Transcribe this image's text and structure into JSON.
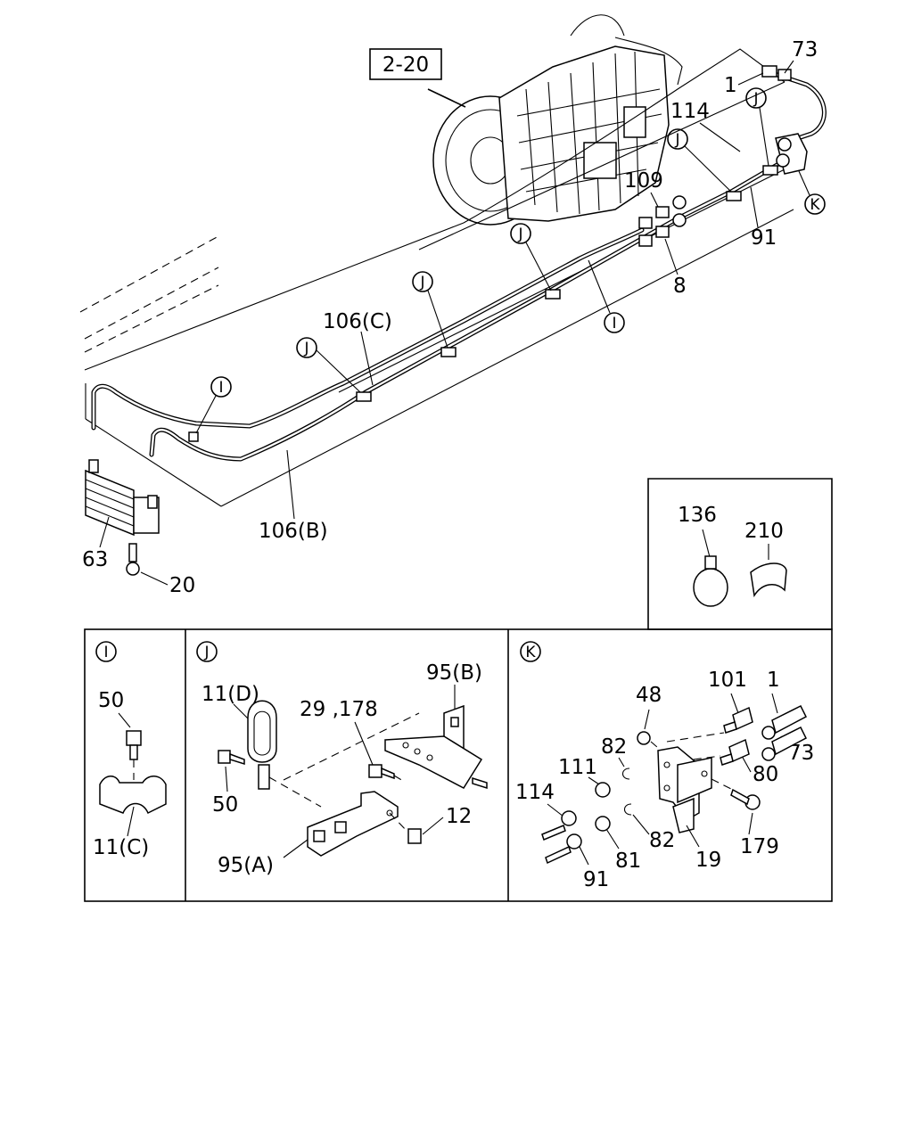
{
  "ref_box": "2-20",
  "callouts": {
    "I": "I",
    "J": "J",
    "K": "K"
  },
  "main_labels": {
    "p73": "73",
    "p1": "1",
    "p114": "114",
    "p109": "109",
    "p91": "91",
    "p8": "8",
    "p106c": "106(C)",
    "p106b": "106(B)",
    "p63": "63",
    "p20": "20"
  },
  "clip_box": {
    "p136": "136",
    "p210": "210"
  },
  "detail_i": {
    "p50": "50",
    "p11c": "11(C)"
  },
  "detail_j": {
    "p11d": "11(D)",
    "p29_178": "29 ,178",
    "p95b": "95(B)",
    "p50": "50",
    "p12": "12",
    "p95a": "95(A)"
  },
  "detail_k": {
    "p48": "48",
    "p101": "101",
    "p1": "1",
    "p82a": "82",
    "p111": "111",
    "p80": "80",
    "p73": "73",
    "p114": "114",
    "p179": "179",
    "p82b": "82",
    "p81": "81",
    "p19": "19",
    "p91": "91"
  }
}
